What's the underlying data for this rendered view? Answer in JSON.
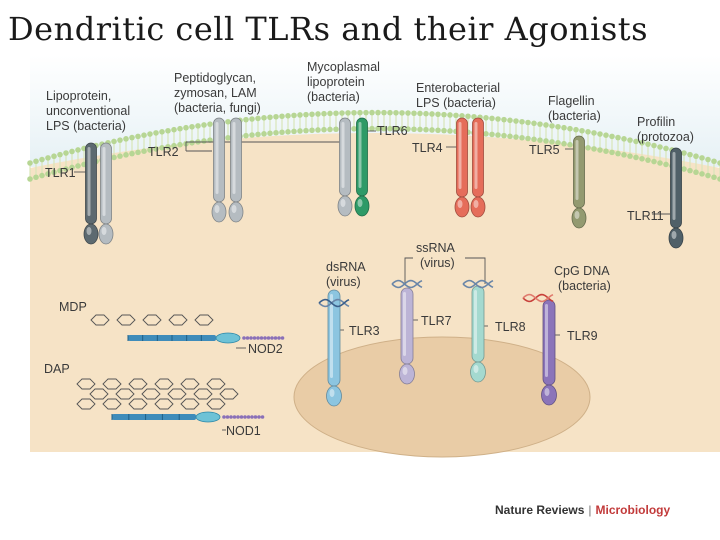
{
  "title": "Dendritic cell  TLRs and their Agonists",
  "colors": {
    "cytoplasm": "#f6e3c6",
    "extracellular": "#e6f1f5",
    "membrane_head": "#b7d694",
    "membrane_tail": "#d8e6b8",
    "endosome": "#e9cca6",
    "tlr1": "#5d6a70",
    "tlr2": "#b5bcc1",
    "tlr6": "#2e9a67",
    "tlr4": "#e56d5a",
    "tlr5": "#939a70",
    "tlr11": "#506068",
    "tlr3": "#8cc5e0",
    "tlr7": "#bcb4d6",
    "tlr8": "#a4d9cf",
    "tlr9": "#8b74b9",
    "nod": "#3f8cba",
    "dna_red": "#c8403a",
    "rna_blue": "#6a86a8",
    "brand_red": "#c23a3a"
  },
  "ligands": {
    "lipoprotein": [
      "Lipoprotein,",
      "unconventional",
      "LPS (bacteria)"
    ],
    "peptidoglycan": [
      "Peptidoglycan,",
      "zymosan, LAM",
      "(bacteria, fungi)"
    ],
    "mycoplasmal": [
      "Mycoplasmal",
      "lipoprotein",
      "(bacteria)"
    ],
    "enterobacterial": [
      "Enterobacterial",
      "LPS (bacteria)"
    ],
    "flagellin": [
      "Flagellin",
      "(bacteria)"
    ],
    "profilin": [
      "Profilin",
      "(protozoa)"
    ],
    "dsrna": [
      "dsRNA",
      "(virus)"
    ],
    "ssrna": [
      "ssRNA",
      "(virus)"
    ],
    "cpg": [
      "CpG DNA",
      "(bacteria)"
    ],
    "mdp": "MDP",
    "dap": "DAP"
  },
  "receptors": {
    "tlr1": "TLR1",
    "tlr2": "TLR2",
    "tlr6": "TLR6",
    "tlr4": "TLR4",
    "tlr5": "TLR5",
    "tlr11": "TLR11",
    "tlr3": "TLR3",
    "tlr7": "TLR7",
    "tlr8": "TLR8",
    "tlr9": "TLR9",
    "nod2": "NOD2",
    "nod1": "NOD1"
  },
  "credit": {
    "left": "Nature Reviews",
    "separator": "|",
    "right": "Microbiology"
  }
}
